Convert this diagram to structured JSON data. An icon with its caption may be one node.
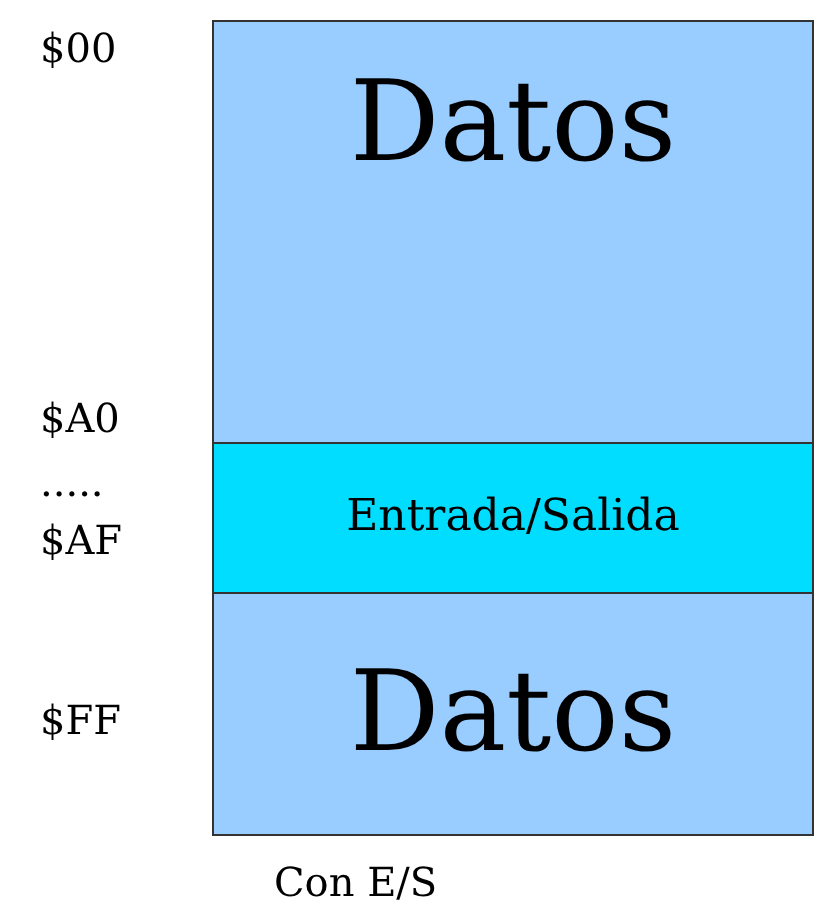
{
  "diagram": {
    "caption": "Con E/S",
    "nodes": [
      {
        "text": [
          "Datos"
        ]
      },
      {
        "text": [
          "Entrada/Salida"
        ]
      },
      {
        "text": [
          "Datos"
        ]
      }
    ],
    "labels": [
      "$00",
      "$A0",
      ".....",
      "$AF",
      "$FF"
    ]
  }
}
